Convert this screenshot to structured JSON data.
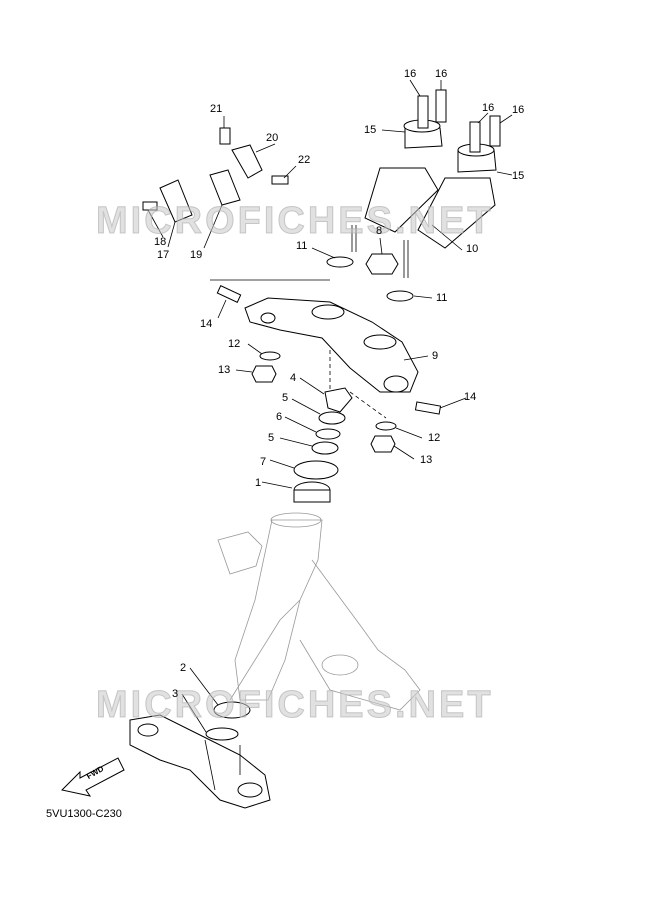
{
  "diagram": {
    "code": "5VU1300-C230",
    "watermark": "MICROFICHES.NET",
    "fwd_label": "FWD",
    "callouts": [
      {
        "id": "c16a",
        "text": "16"
      },
      {
        "id": "c16b",
        "text": "16"
      },
      {
        "id": "c16c",
        "text": "16"
      },
      {
        "id": "c16d",
        "text": "16"
      },
      {
        "id": "c15a",
        "text": "15"
      },
      {
        "id": "c15b",
        "text": "15"
      },
      {
        "id": "c21",
        "text": "21"
      },
      {
        "id": "c20",
        "text": "20"
      },
      {
        "id": "c22",
        "text": "22"
      },
      {
        "id": "c18",
        "text": "18"
      },
      {
        "id": "c17",
        "text": "17"
      },
      {
        "id": "c19",
        "text": "19"
      },
      {
        "id": "c8",
        "text": "8"
      },
      {
        "id": "c10",
        "text": "10"
      },
      {
        "id": "c11a",
        "text": "11"
      },
      {
        "id": "c11b",
        "text": "11"
      },
      {
        "id": "c14a",
        "text": "14"
      },
      {
        "id": "c12a",
        "text": "12"
      },
      {
        "id": "c13a",
        "text": "13"
      },
      {
        "id": "c9",
        "text": "9"
      },
      {
        "id": "c4",
        "text": "4"
      },
      {
        "id": "c14b",
        "text": "14"
      },
      {
        "id": "c5a",
        "text": "5"
      },
      {
        "id": "c6",
        "text": "6"
      },
      {
        "id": "c12b",
        "text": "12"
      },
      {
        "id": "c5b",
        "text": "5"
      },
      {
        "id": "c13b",
        "text": "13"
      },
      {
        "id": "c7",
        "text": "7"
      },
      {
        "id": "c1",
        "text": "1"
      },
      {
        "id": "c2",
        "text": "2"
      },
      {
        "id": "c3",
        "text": "3"
      }
    ]
  }
}
